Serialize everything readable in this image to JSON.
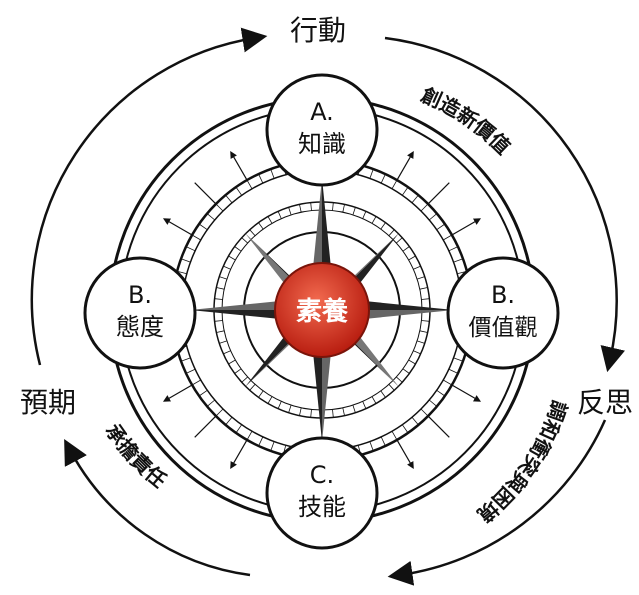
{
  "cycle": {
    "top": "行動",
    "right": "反思",
    "left": "預期",
    "top_right_arc": "創造新價值",
    "bottom_right_arc": "調和衝突與困境",
    "bottom_left_arc": "承擔責任"
  },
  "center": {
    "label": "素養",
    "color": "#d62e1c"
  },
  "nodes": {
    "top": {
      "letter": "A.",
      "label": "知識"
    },
    "right": {
      "letter": "B.",
      "label": "價值觀"
    },
    "bottom": {
      "letter": "C.",
      "label": "技能"
    },
    "left": {
      "letter": "B.",
      "label": "態度"
    }
  }
}
